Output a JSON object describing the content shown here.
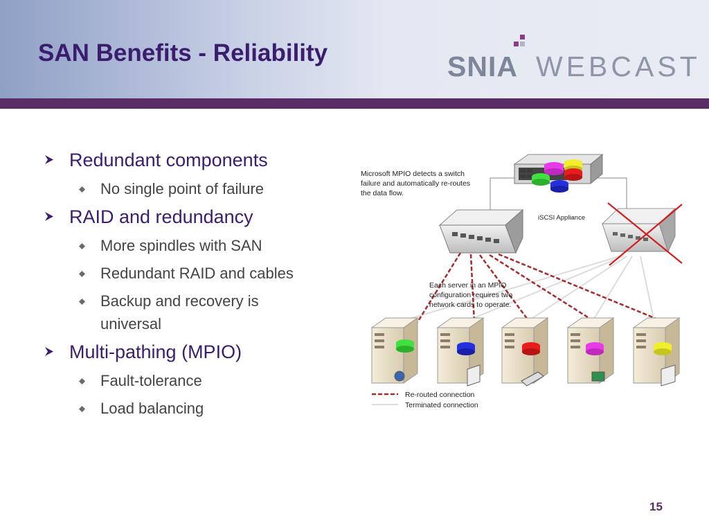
{
  "slide": {
    "title": "SAN Benefits - Reliability",
    "page_number": "15"
  },
  "logo": {
    "left": "SNIA",
    "right": "WEBCAST"
  },
  "bullets": [
    {
      "text": "Redundant components",
      "subs": [
        "No single point of failure"
      ]
    },
    {
      "text": "RAID and redundancy",
      "subs": [
        "More spindles with SAN",
        "Redundant RAID and cables",
        "Backup and recovery is universal"
      ]
    },
    {
      "text": "Multi-pathing (MPIO)",
      "subs": [
        "Fault-tolerance",
        "Load balancing"
      ]
    }
  ],
  "diagram": {
    "caption_mpio": [
      "Microsoft MPIO detects a switch",
      "failure and automatically re-routes",
      "the data flow."
    ],
    "appliance_label": "iSCSI Appliance",
    "caption_server": [
      "Each server in an MPIO",
      "configuration requires two",
      "network cards to operate."
    ],
    "legend_rerouted": "Re-routed connection",
    "legend_terminated": "Terminated connection"
  },
  "colors": {
    "title": "#3b1d6e",
    "band": "#5a2d66",
    "rerouted": "#a82a2a",
    "disk_green": "#3fe03f",
    "disk_blue": "#2330e0",
    "disk_red": "#e81e1e",
    "disk_magenta": "#e63be6",
    "disk_yellow": "#f2ee2c"
  }
}
